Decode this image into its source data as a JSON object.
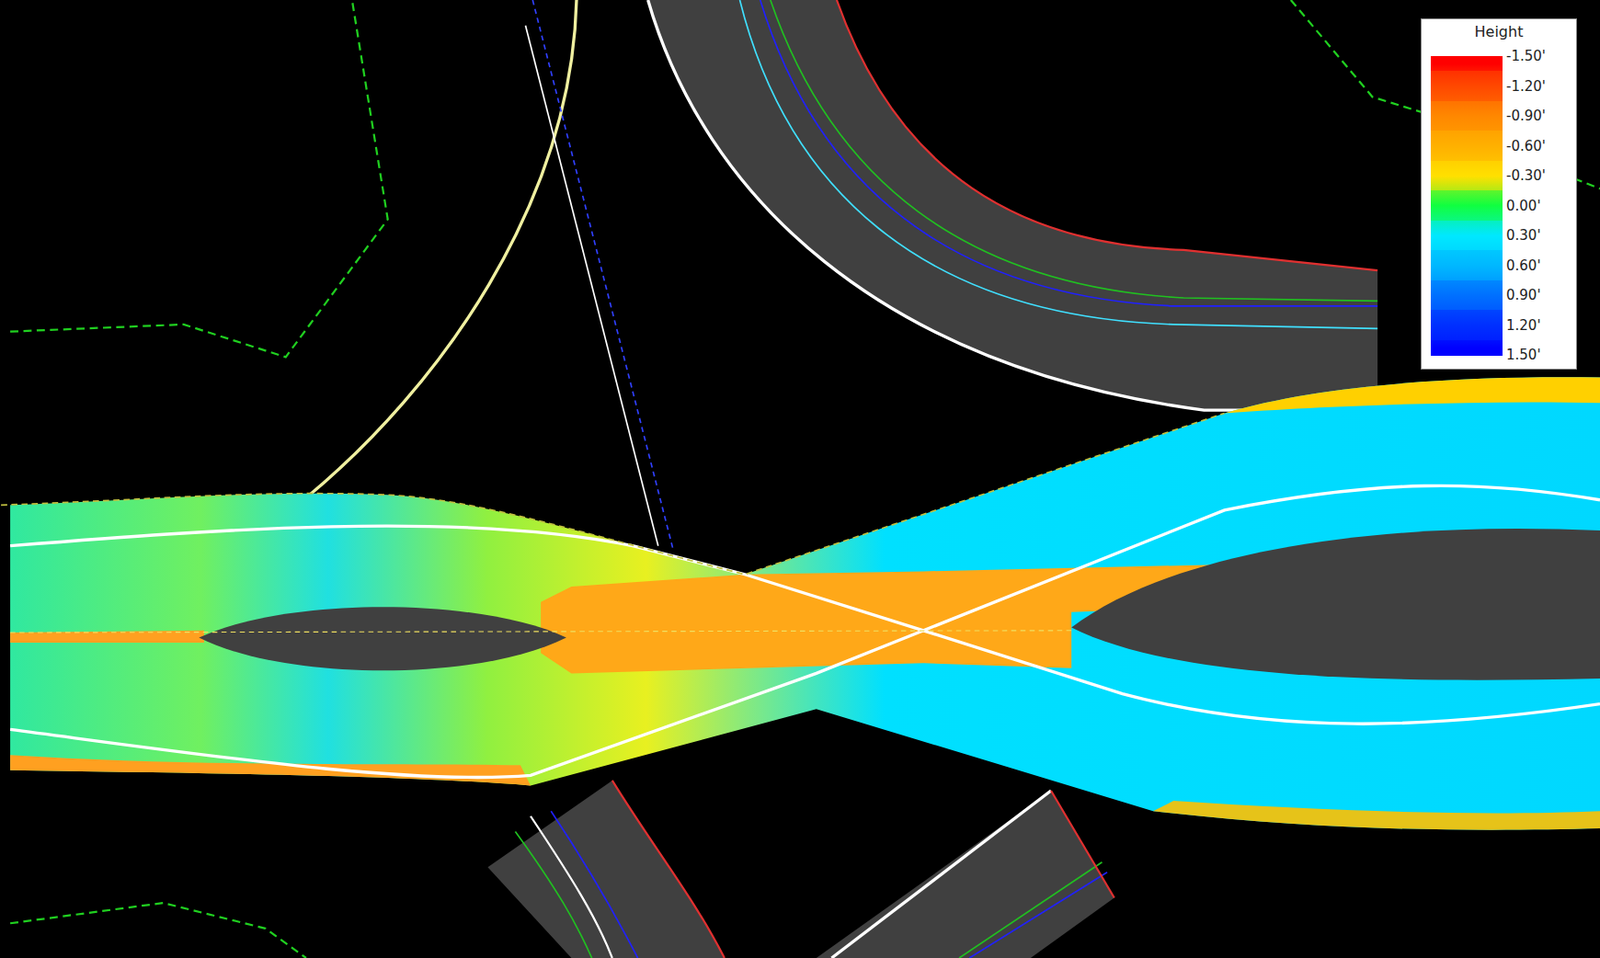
{
  "diagram": {
    "labels": [
      "Height"
    ],
    "legend": [
      {
        "text": "-1.50'",
        "color": "#ff0000"
      },
      {
        "text": "-1.20'",
        "color": "#ff4800"
      },
      {
        "text": "-0.90'",
        "color": "#ff8800"
      },
      {
        "text": "-0.60'",
        "color": "#ffb000"
      },
      {
        "text": "-0.30'",
        "color": "#ffe000"
      },
      {
        "text": "0.00'",
        "color": "#10ff40"
      },
      {
        "text": "0.30'",
        "color": "#00e8ff"
      },
      {
        "text": "0.60'",
        "color": "#00b8ff"
      },
      {
        "text": "0.90'",
        "color": "#0070ff"
      },
      {
        "text": "1.20'",
        "color": "#0030ff"
      },
      {
        "text": "1.50'",
        "color": "#0000ff"
      }
    ]
  }
}
